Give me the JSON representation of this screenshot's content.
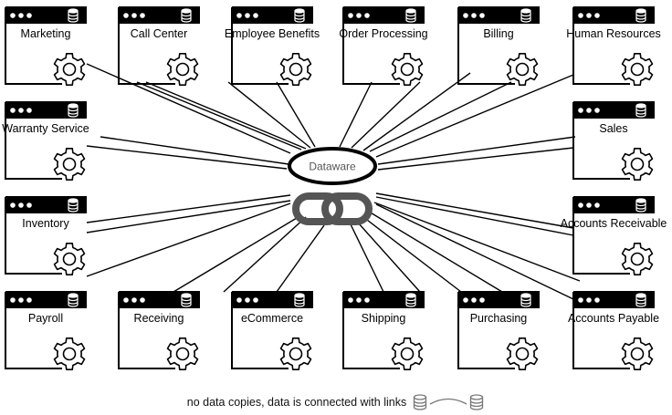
{
  "hub": {
    "label": "Dataware"
  },
  "footer": {
    "caption": "no data copies, data is connected with links"
  },
  "systems": [
    {
      "label": "Marketing"
    },
    {
      "label": "Call Center"
    },
    {
      "label": "Employee Benefits"
    },
    {
      "label": "Order Processing"
    },
    {
      "label": "Billing"
    },
    {
      "label": "Human Resources"
    },
    {
      "label": "Warranty Service"
    },
    {
      "label": "Sales"
    },
    {
      "label": "Inventory"
    },
    {
      "label": "Accounts Receivable"
    },
    {
      "label": "Payroll"
    },
    {
      "label": "Receiving"
    },
    {
      "label": "eCommerce"
    },
    {
      "label": "Shipping"
    },
    {
      "label": "Purchasing"
    },
    {
      "label": "Accounts Payable"
    }
  ],
  "colors": {
    "ink": "#000000",
    "hub_text": "#555555",
    "link_icon": "#555555",
    "footer_icon": "#777777"
  }
}
